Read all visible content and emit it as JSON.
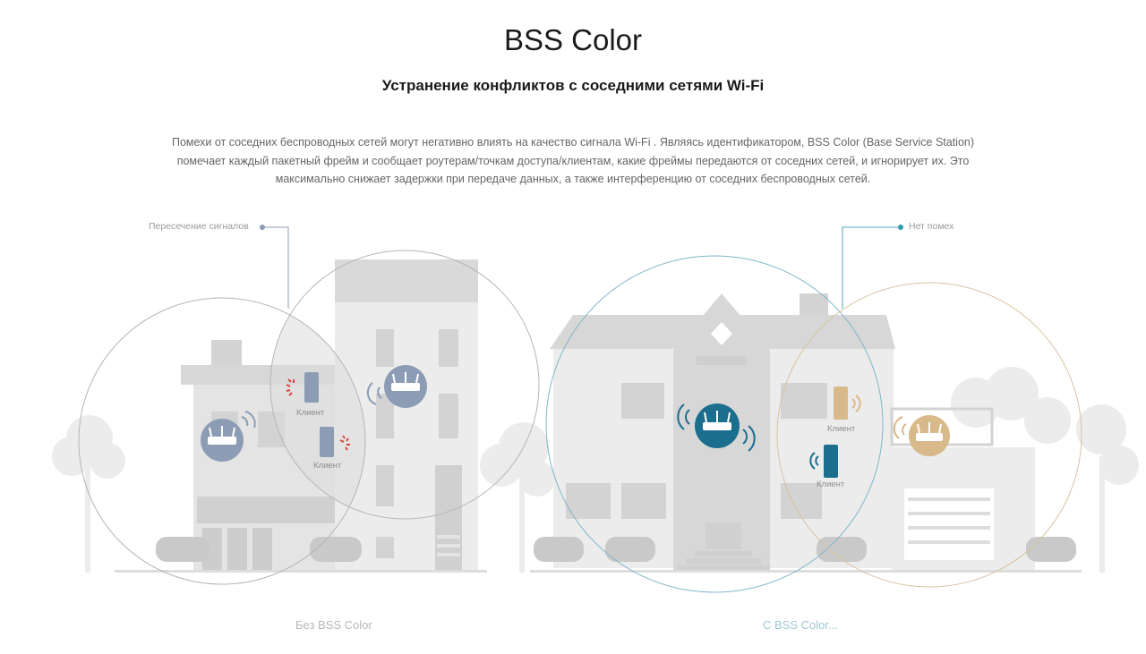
{
  "header": {
    "title": "BSS Color",
    "subtitle": "Устранение конфликтов с соседними сетями Wi-Fi"
  },
  "description": "Помехи от соседних беспроводных сетей могут негативно влиять на качество сигнала Wi-Fi .  Являясь идентификатором, BSS Color (Base Service Station) помечает каждый пакетный фрейм и сообщает роутерам/точкам доступа/клиентам, какие фреймы передаются от соседних сетей, и игнорирует их.  Это максимально снижает задержки при передаче данных, а также интерференцию от соседних беспроводных сетей.",
  "scenes": {
    "left": {
      "callout": "Пересечение сигналов",
      "caption": "Без BSS Color",
      "clients": [
        "Клиент",
        "Клиент"
      ]
    },
    "right": {
      "callout": "Нет помех",
      "caption": "С BSS Color...",
      "clients": [
        "Клиент",
        "Клиент"
      ]
    }
  },
  "colors": {
    "building": "#d7d7d7",
    "building_dark": "#c4c4c4",
    "router_gray": "#8c9cb4",
    "router_blue": "#1b6e8e",
    "router_gold": "#d8b98a",
    "circle_blue": "#7eb6c9",
    "circle_gold": "#d8c2a0",
    "circle_gray": "#b5b5b5",
    "interference": "#d9463e"
  },
  "icons": {
    "router": "router-icon",
    "client": "phone-icon",
    "wifi": "wifi-wave-icon",
    "loading": "loading-spinner-icon"
  }
}
